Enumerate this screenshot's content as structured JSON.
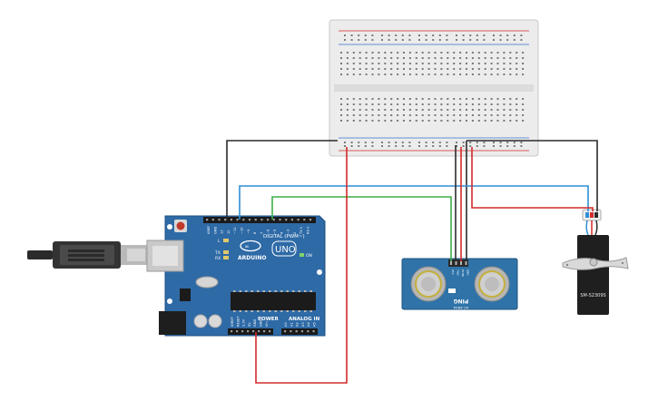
{
  "arduino": {
    "board_name": "ARDUINO",
    "model": "UNO",
    "digital_label": "DIGITAL (PWM~)",
    "power_label": "POWER",
    "analog_label": "ANALOG IN",
    "on_label": "ON",
    "led_l": "L",
    "led_tx": "TX",
    "led_rx": "RX",
    "pin_labels_top": [
      "AREF",
      "GND",
      "13",
      "12",
      "~11",
      "~10",
      "~9",
      "8",
      "7",
      "~6",
      "~5",
      "4",
      "~3",
      "2",
      "TX 1",
      "RX 0"
    ],
    "pin_labels_power": [
      "IOREF",
      "RESET",
      "3.3V",
      "5V",
      "GND",
      "GND",
      "Vin"
    ],
    "pin_labels_analog": [
      "A0",
      "A1",
      "A2",
      "A3",
      "A4",
      "A5"
    ]
  },
  "sensor": {
    "pins": [
      "VCC",
      "TRIG",
      "ECHO",
      "GND"
    ],
    "name": "PING",
    "sub_label": "HC-SR04"
  },
  "servo": {
    "model": "SM-S2309S"
  },
  "colors": {
    "wire_red": "#d42a2a",
    "wire_black": "#2b2b2b",
    "wire_blue": "#2f8fd6",
    "wire_green": "#3fae49",
    "arduino_blue": "#2e6aa6",
    "sensor_blue": "#2f73a8",
    "breadboard": "#ececec"
  }
}
